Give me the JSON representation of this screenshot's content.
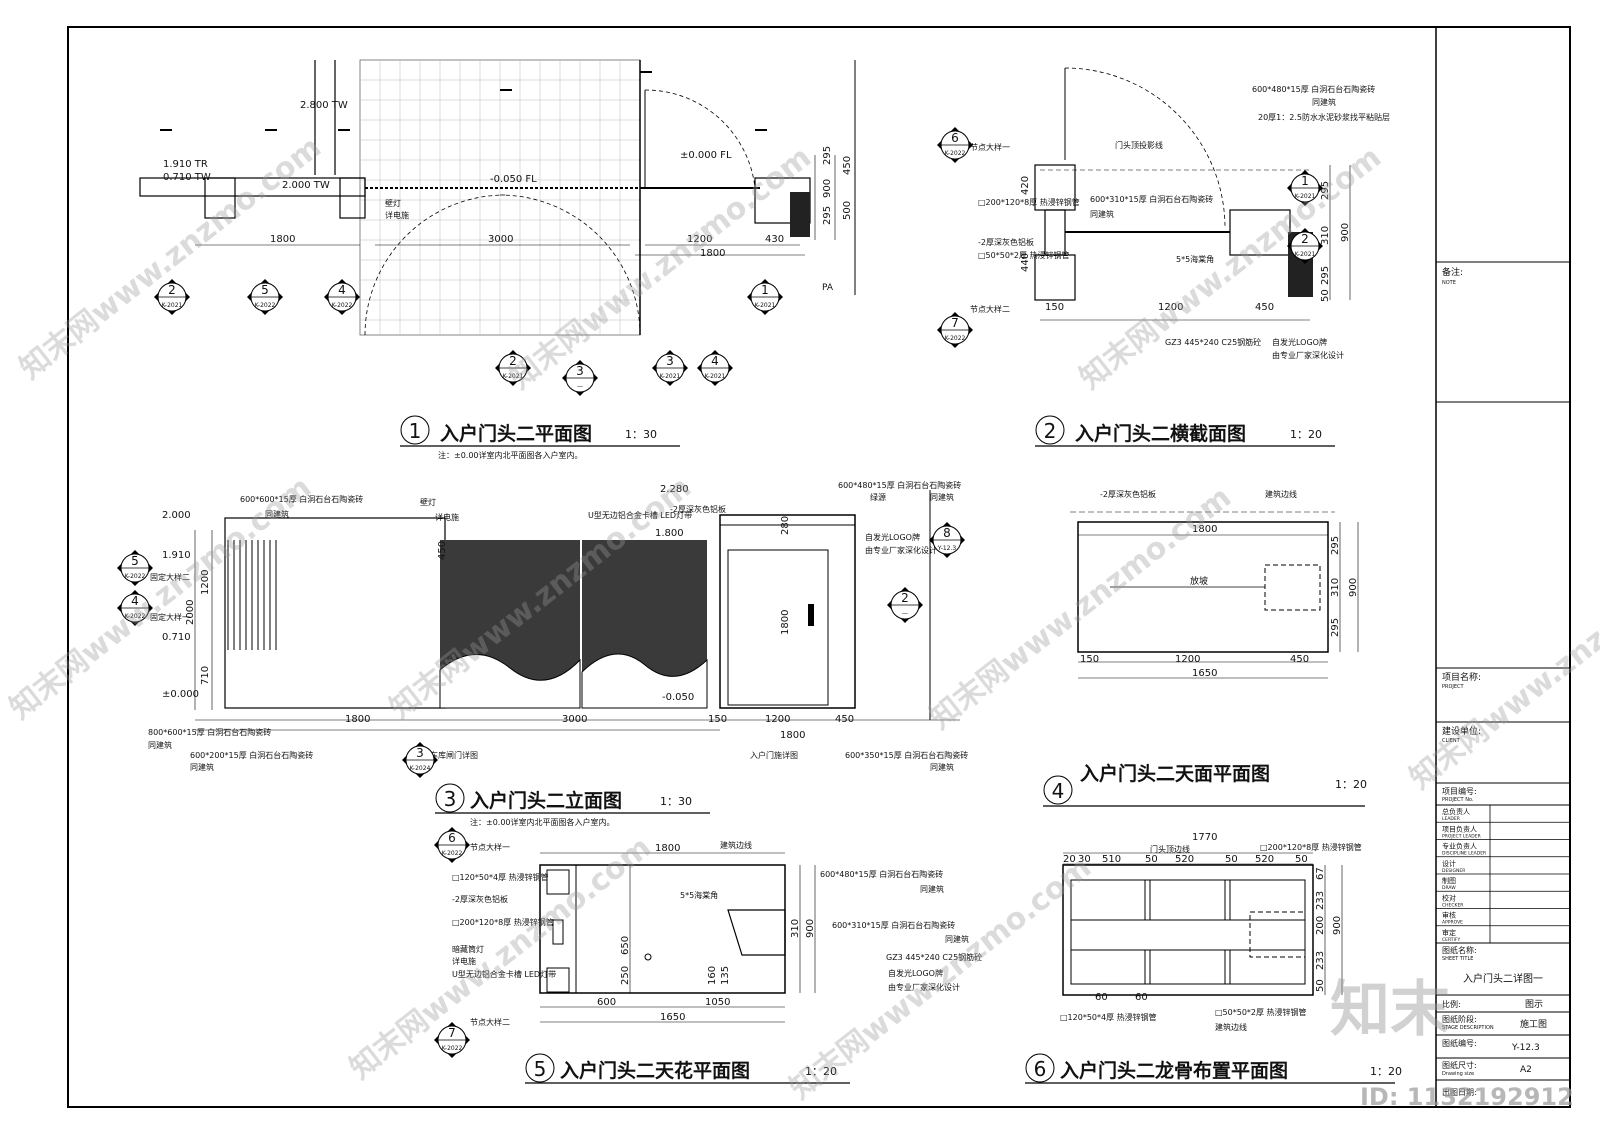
{
  "drawings": [
    {
      "num": "1",
      "title": "入户门头二平面图",
      "scale": "1：30",
      "note": "注：±0.00详室内北平面图各入户室内。"
    },
    {
      "num": "2",
      "title": "入户门头二横截面图",
      "scale": "1：20",
      "note": ""
    },
    {
      "num": "3",
      "title": "入户门头二立面图",
      "scale": "1：30",
      "note": "注：±0.00详室内北平面图各入户室内。"
    },
    {
      "num": "4",
      "title": "入户门头二天面平面图",
      "scale": "1：20",
      "note": ""
    },
    {
      "num": "5",
      "title": "入户门头二天花平面图",
      "scale": "1：20",
      "note": ""
    },
    {
      "num": "6",
      "title": "入户门头二龙骨布置平面图",
      "scale": "1：20",
      "note": ""
    }
  ],
  "plan1": {
    "dims": [
      "1800",
      "1200",
      "1800",
      "430",
      "3000",
      "295",
      "450",
      "295",
      "500",
      "900"
    ],
    "elev": [
      "1.910 TR",
      "0.710 TW",
      "2.800 TW",
      "2.000 TW",
      "-0.050 FL",
      "±0.000 FL"
    ],
    "notes": [
      "壁灯",
      "详电施",
      "PA"
    ],
    "callouts": [
      {
        "n": "2",
        "s": "K-2021"
      },
      {
        "n": "5",
        "s": "K-2022"
      },
      {
        "n": "4",
        "s": "K-2022"
      },
      {
        "n": "1",
        "s": "K-2021"
      },
      {
        "n": "2",
        "s": "K-2021"
      },
      {
        "n": "3",
        "s": "—"
      },
      {
        "n": "3",
        "s": "K-2021"
      },
      {
        "n": "4",
        "s": "K-2021"
      }
    ]
  },
  "section2": {
    "notes": [
      "600*480*15厚 白洞石台石陶瓷砖",
      "同建筑",
      "20厚1：2.5防水水泥砂浆找平粘贴层",
      "门头顶投影线",
      "节点大样一",
      "□200*120*8厚 热浸锌钢管",
      "600*310*15厚 白洞石台石陶瓷砖",
      "同建筑",
      "-2厚深灰色铝板",
      "□50*50*2厚 热浸锌钢管",
      "5*5海棠角",
      "节点大样二",
      "GZ3 445*240 C25钢筋砼",
      "自发光LOGO牌",
      "由专业厂家深化设计"
    ],
    "dims": [
      "1200",
      "450",
      "150",
      "295",
      "310",
      "295",
      "50",
      "900",
      "440",
      "420"
    ],
    "callouts": [
      {
        "n": "6",
        "s": "K-2022"
      },
      {
        "n": "7",
        "s": "K-2022"
      },
      {
        "n": "1",
        "s": "K-2021"
      },
      {
        "n": "2",
        "s": "K-2021"
      }
    ]
  },
  "elev3": {
    "notes": [
      "600*600*15厚 白洞石台石陶瓷砖",
      "同建筑",
      "壁灯",
      "详电施",
      "U型无边铝合金卡槽 LED灯带",
      "-2厚深灰色铝板",
      "600*480*15厚 白洞石台石陶瓷砖",
      "同建筑",
      "自发光LOGO牌",
      "由专业厂家深化设计",
      "800*600*15厚 白洞石台石陶瓷砖",
      "同建筑",
      "600*200*15厚 白洞石台石陶瓷砖",
      "同建筑",
      "车库闸门详图",
      "入户门施详图",
      "600*350*15厚 白洞石台石陶瓷砖",
      "同建筑",
      "绿源",
      "固定大样二",
      "固定大样一"
    ],
    "elev": [
      "2.000",
      "1.910",
      "0.710",
      "±0.000",
      "2.280",
      "1.800",
      "-0.050"
    ],
    "dims": [
      "1800",
      "3000",
      "150",
      "1200",
      "1800",
      "450",
      "1200",
      "2000",
      "710",
      "280",
      "1800",
      "450"
    ],
    "callouts": [
      {
        "n": "5",
        "s": "K-2022"
      },
      {
        "n": "4",
        "s": "K-2022"
      },
      {
        "n": "3",
        "s": "K-2024"
      },
      {
        "n": "8",
        "s": "Y-12.3"
      },
      {
        "n": "2",
        "s": "—"
      }
    ]
  },
  "roof4": {
    "notes": [
      "-2厚深灰色铝板",
      "建筑边线",
      "放坡"
    ],
    "dims": [
      "1800",
      "150",
      "1200",
      "450",
      "1650",
      "295",
      "310",
      "295",
      "900"
    ]
  },
  "ceiling5": {
    "notes": [
      "节点大样一",
      "□120*50*4厚 热浸锌钢管",
      "-2厚深灰色铝板",
      "□200*120*8厚 热浸锌钢管",
      "暗藏筒灯",
      "详电施",
      "U型无边铝合金卡槽 LED灯带",
      "节点大样二",
      "建筑边线",
      "5*5海棠角",
      "600*480*15厚 白洞石台石陶瓷砖",
      "同建筑",
      "600*310*15厚 白洞石台石陶瓷砖",
      "同建筑",
      "GZ3 445*240 C25钢筋砼",
      "自发光LOGO牌",
      "由专业厂家深化设计"
    ],
    "dims": [
      "1800",
      "600",
      "1050",
      "1650",
      "650",
      "250",
      "160",
      "135",
      "310",
      "900"
    ],
    "callouts": [
      {
        "n": "6",
        "s": "K-2022"
      },
      {
        "n": "7",
        "s": "K-2022"
      }
    ]
  },
  "frame6": {
    "notes": [
      "门头顶边线",
      "□200*120*8厚 热浸锌钢管",
      "□120*50*4厚 热浸锌钢管",
      "□50*50*2厚 热浸锌钢管",
      "建筑边线"
    ],
    "dims": [
      "1770",
      "20",
      "30",
      "510",
      "50",
      "520",
      "50",
      "520",
      "50",
      "233",
      "200",
      "233",
      "67",
      "50",
      "900",
      "60",
      "60"
    ]
  },
  "titleblock": {
    "note_label": "备注:",
    "note_en": "NOTE",
    "project_label": "项目名称:",
    "project_en": "PROJECT",
    "client_label": "建设单位:",
    "client_en": "CLIENT",
    "projno_label": "项目编号:",
    "projno_en": "PROJECT No.",
    "rows": [
      {
        "cn": "总负责人",
        "en": "LEADER"
      },
      {
        "cn": "项目负责人",
        "en": "PROJECT LEADER"
      },
      {
        "cn": "专业负责人",
        "en": "DISCIPLINE LEADER"
      },
      {
        "cn": "设计",
        "en": "DESIGNER"
      },
      {
        "cn": "制图",
        "en": "DRAW"
      },
      {
        "cn": "校对",
        "en": "CHECKER"
      },
      {
        "cn": "审核",
        "en": "APPROVE"
      },
      {
        "cn": "审定",
        "en": "CERTIFY"
      }
    ],
    "sheet_label": "图纸名称:",
    "sheet_en": "SHEET TITLE",
    "sheet_title": "入户门头二详图一",
    "scale_label": "比例:",
    "scale_value": "图示",
    "stage_label": "图纸阶段:",
    "stage_en": "STAGE DESCRIPTION",
    "stage_value": "施工图",
    "number_label": "图纸编号:",
    "number_value": "Y-12.3",
    "size_label": "图纸尺寸:",
    "size_en": "Drawing size",
    "size_value": "A2",
    "date_label": "出图日期:"
  },
  "watermark": {
    "text": "知末网www.znzmo.com",
    "brand": "知末",
    "id": "ID: 1132192912"
  }
}
